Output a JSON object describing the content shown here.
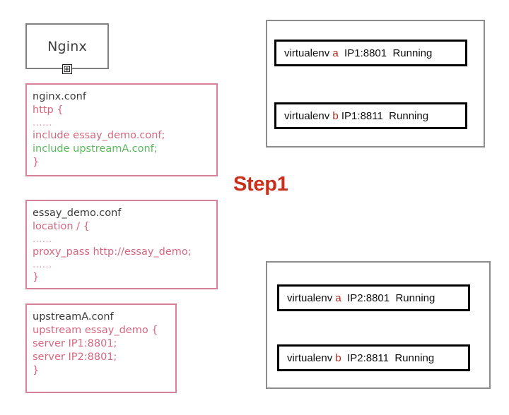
{
  "diagram": {
    "step_label": "Step1",
    "colors": {
      "pink_border": "#d87f99",
      "pink_text": "#d9677f",
      "green_text": "#5cb85c",
      "step_red": "#c9301c",
      "gray_border": "#8c8c8c",
      "black_border": "#000000",
      "venv_letter_red": "#b5271e"
    }
  },
  "nginx_node": {
    "label": "Nginx",
    "collapse_icon": "⊞"
  },
  "config_files": [
    {
      "id": "nginx-conf",
      "title": "nginx.conf",
      "lines": [
        {
          "text": "http {",
          "style": "pink"
        },
        {
          "text": "......",
          "style": "dots"
        },
        {
          "text": "include essay_demo.conf;",
          "style": "pink"
        },
        {
          "text": "include upstreamA.conf;",
          "style": "green"
        },
        {
          "text": "}",
          "style": "pink"
        }
      ]
    },
    {
      "id": "essay-demo-conf",
      "title": "essay_demo.conf",
      "lines": [
        {
          "text": "location / {",
          "style": "pink"
        },
        {
          "text": "......",
          "style": "dots"
        },
        {
          "text": "proxy_pass http://essay_demo;",
          "style": "pink"
        },
        {
          "text": "......",
          "style": "dots"
        },
        {
          "text": "}",
          "style": "pink"
        }
      ]
    },
    {
      "id": "upstreama-conf",
      "title": "upstreamA.conf",
      "lines": [
        {
          "text": "upstream essay_demo {",
          "style": "pink"
        },
        {
          "text": "server IP1:8801;",
          "style": "pink"
        },
        {
          "text": "server IP2:8801;",
          "style": "pink"
        },
        {
          "text": "}",
          "style": "pink"
        }
      ]
    }
  ],
  "server_groups": [
    {
      "id": "server-group-1",
      "instances": [
        {
          "prefix": "virtualenv ",
          "letter": "a",
          "address": "  IP1:8801  ",
          "status": "Running"
        },
        {
          "prefix": "virtualenv ",
          "letter": "b",
          "address": " IP1:8811  ",
          "status": "Running"
        }
      ]
    },
    {
      "id": "server-group-2",
      "instances": [
        {
          "prefix": "virtualenv ",
          "letter": "a",
          "address": "  IP2:8801  ",
          "status": "Running"
        },
        {
          "prefix": "virtualenv ",
          "letter": "b",
          "address": "  IP2:8811  ",
          "status": "Running"
        }
      ]
    }
  ]
}
